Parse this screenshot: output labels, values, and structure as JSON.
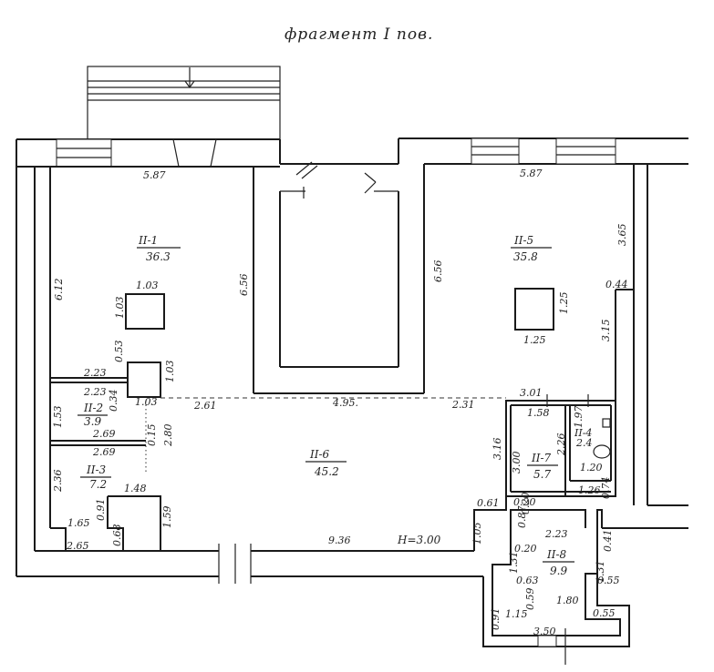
{
  "title": "фрагмент I пов.",
  "height_note": "H=3.00",
  "rooms": {
    "r1": {
      "id": "II-1",
      "area": "36.3"
    },
    "r2": {
      "id": "II-2",
      "area": "3.9"
    },
    "r3": {
      "id": "II-3",
      "area": "7.2"
    },
    "r4": {
      "id": "II-4",
      "area": "2.4"
    },
    "r5": {
      "id": "II-5",
      "area": "35.8"
    },
    "r6": {
      "id": "II-6",
      "area": "45.2"
    },
    "r7": {
      "id": "II-7",
      "area": "5.7"
    },
    "r8": {
      "id": "II-8",
      "area": "9.9"
    }
  },
  "dims": {
    "top_left_width": "5.87",
    "top_right_width": "5.87",
    "left_wall_height": "6.12",
    "r1_right_height": "6.56",
    "r5_left_height": "6.56",
    "right_upper": "3.65",
    "right_jog": "0.44",
    "right_lower": "3.15",
    "col1_w": "1.03",
    "col1_h": "1.03",
    "col2_h": "0.53",
    "col2_h2": "1.03",
    "col2_w": "1.03",
    "col5_w": "1.25",
    "col5_h": "1.25",
    "r2_top": "2.23",
    "r2_top2": "2.23",
    "r2_side": "1.53",
    "r2_small": "0.34",
    "r2_bottom": "2.69",
    "r3_top": "2.69",
    "r3_side": "2.36",
    "corr_a": "2.61",
    "corr_b": "4.95.",
    "corr_c": "2.31",
    "corr_d": "2.80",
    "corr_e": "0.15",
    "r3_step": "1.48",
    "r3_h1": "0.91",
    "r3_h2": "1.65",
    "r3_h3": "0.68",
    "r3_bottom": "2.65",
    "r6_step": "1.59",
    "r6_bottom": "9.36",
    "r6_right_low": "1.05",
    "r6_jog": "0.61",
    "r7_right": "3.16",
    "r7_top": "3.01",
    "r7_top2": "1.58",
    "r7_side": "3.00",
    "r7_side2": "2.26",
    "r4_side": "1.97",
    "r4_bottom": "1.20",
    "r4_b2": "1.26",
    "r4_b3": "0.74",
    "r8_top": "2.23",
    "r8_a": "0.20",
    "r8_b": "0.87",
    "r8_c": "0.20",
    "r8_d": "1.31",
    "r8_e": "0.63",
    "r8_f": "0.59",
    "r8_g": "0.41",
    "r8_h": "1.31",
    "r8_i": "0.55",
    "r8_j": "1.80",
    "r8_k": "1.15",
    "r8_l": "0.91",
    "r8_m": "0.55",
    "r8_bottom": "3.50",
    "r8_top_jog": "0.20"
  }
}
